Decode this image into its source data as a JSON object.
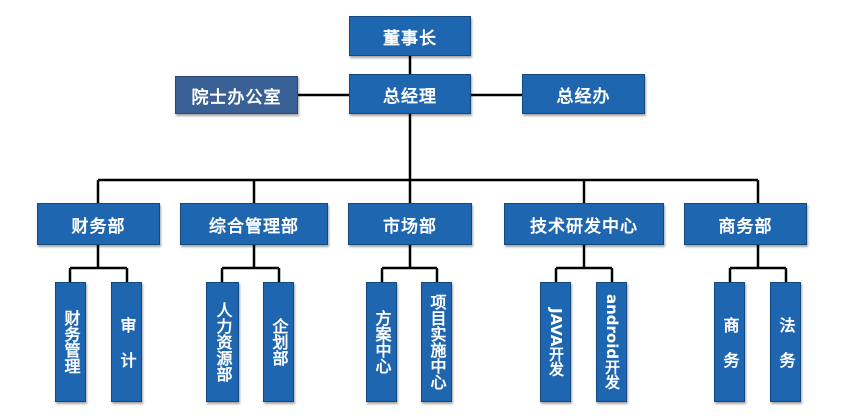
{
  "colors": {
    "box_fill": "#1f66b1",
    "side_fill": "#3a6196",
    "line": "#000000",
    "text": "#ffffff"
  },
  "chairman": "董事长",
  "gm": "总经理",
  "academician_office": "院士办公室",
  "gm_office": "总经办",
  "departments": [
    {
      "name": "财务部",
      "subs": [
        "财务管理",
        "审 计"
      ]
    },
    {
      "name": "综合管理部",
      "subs": [
        "人力资源部",
        "企划部"
      ]
    },
    {
      "name": "市场部",
      "subs": [
        "方案中心",
        "项目实施中心"
      ]
    },
    {
      "name": "技术研发中心",
      "subs": [
        "JAVA开发",
        "android开发"
      ]
    },
    {
      "name": "商务部",
      "subs": [
        "商 务",
        "法 务"
      ]
    }
  ]
}
